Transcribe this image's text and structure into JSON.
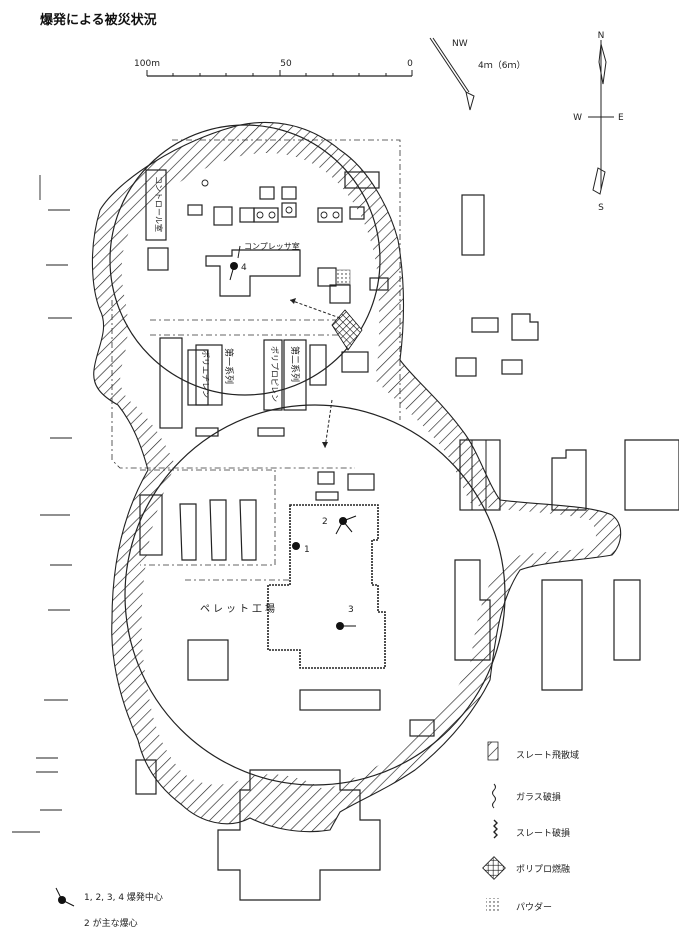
{
  "title": "爆発による被災状況",
  "scale": {
    "labels": [
      "100m",
      "50",
      "0"
    ]
  },
  "wind": {
    "direction": "NW",
    "speed": "4ｍ（6ｍ）"
  },
  "compass": {
    "n": "N",
    "s": "S",
    "e": "E",
    "w": "W"
  },
  "labels": {
    "control_room": "コントロール室",
    "compressor_room": "コンプレッサ室",
    "line1": "第一系列",
    "line1_product": "ポリエチレン",
    "line2": "第二系列",
    "line2_product": "ポリプロピレン",
    "pellet_plant": "ペレット工場"
  },
  "blast_points": [
    {
      "label": "1"
    },
    {
      "label": "2"
    },
    {
      "label": "3"
    },
    {
      "label": "4"
    }
  ],
  "legend": {
    "items": [
      {
        "label": "スレート飛散域",
        "icon": "hatch-icon"
      },
      {
        "label": "ガラス破損",
        "icon": "wavy-line-icon"
      },
      {
        "label": "スレート破損",
        "icon": "zigzag-line-icon"
      },
      {
        "label": "ポリプロ燃融",
        "icon": "crosshatch-icon"
      },
      {
        "label": "パウダー",
        "icon": "dots-icon"
      }
    ],
    "center_line1": "1, 2, 3, 4 爆発中心",
    "center_line2": "2 が主な爆心"
  }
}
